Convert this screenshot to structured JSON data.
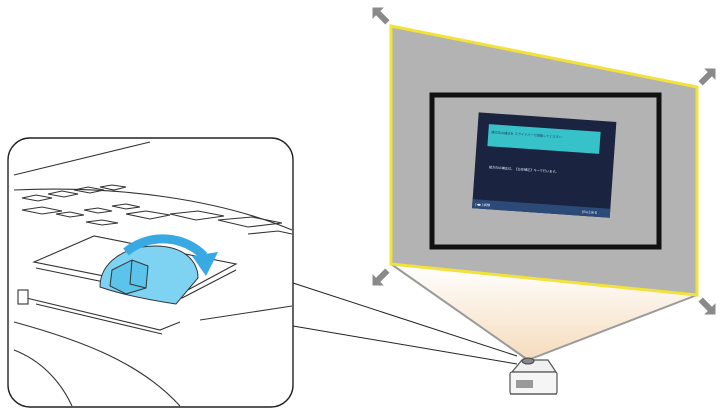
{
  "screen_message": {
    "line1": "横方向の補正を スライドバーで調整してください",
    "line2": "縦方向の補正は、【台形補正】キーで行います。",
    "footer_left": "[◀▶]:調整",
    "footer_right": "[Esc]:戻る"
  },
  "colors": {
    "screen_frame": "#f2e23a",
    "projected_area": "#b3b3b3",
    "inner_border": "#111111",
    "arrow_fill": "#8a8a8a",
    "slider_highlight": "#7fd3f2",
    "rotate_arrow": "#38a9e2",
    "beam": "#f7e4c8"
  },
  "icons": [
    "resize-arrow-icon",
    "rotate-arrow-icon",
    "projector-icon"
  ]
}
